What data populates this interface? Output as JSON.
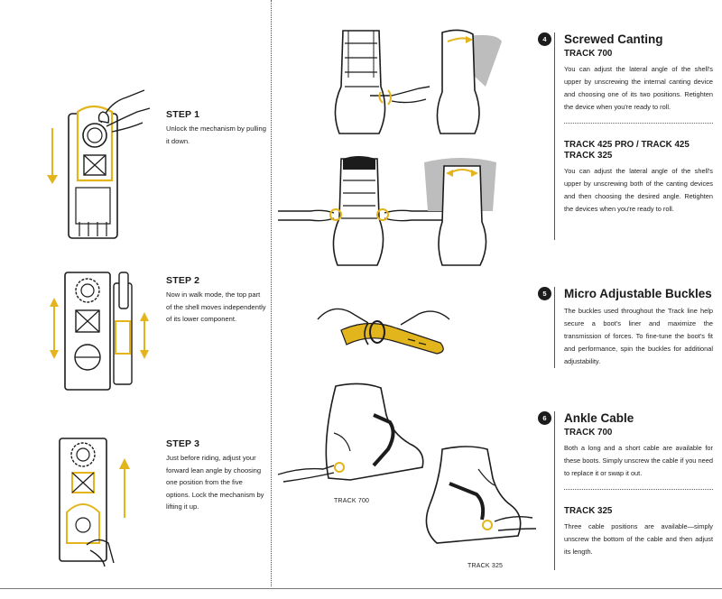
{
  "steps": [
    {
      "title": "STEP 1",
      "text": "Unlock the mechanism by pulling it down."
    },
    {
      "title": "STEP 2",
      "text": "Now in walk mode, the top part of the shell moves independently of its lower component."
    },
    {
      "title": "STEP 3",
      "text": "Just before riding, adjust your forward lean angle by choosing one position from the five options. Lock the mechanism by lifting it up."
    }
  ],
  "captions": {
    "track700": "TRACK 700",
    "track325": "TRACK 325"
  },
  "features": [
    {
      "number": "4",
      "title": "Screwed Canting",
      "sections": [
        {
          "subtitle": "TRACK 700",
          "text": "You can adjust the lateral angle of the shell's upper by unscrewing the internal canting device and choosing one of its two positions. Retighten the device when you're ready to roll."
        },
        {
          "subtitle": "TRACK 425 PRO / TRACK 425 TRACK 325",
          "text": "You can adjust the lateral angle of the shell's upper by unscrewing both of the canting devices and then choosing the desired angle. Retighten the devices when you're ready to roll."
        }
      ]
    },
    {
      "number": "5",
      "title": "Micro Adjustable Buckles",
      "text": "The buckles used throughout the Track line help secure a boot's liner and maximize the transmission of forces. To fine-tune the boot's fit and performance, spin the buckles for additional adjustability."
    },
    {
      "number": "6",
      "title": "Ankle Cable",
      "sections": [
        {
          "subtitle": "TRACK 700",
          "text": "Both a long and a short cable are available for these boots. Simply unscrew the cable if you need to replace it or swap it out."
        },
        {
          "subtitle": "TRACK 325",
          "text": "Three cable positions are available—simply unscrew the bottom of the cable and then adjust its length."
        }
      ]
    }
  ],
  "colors": {
    "accent": "#e3b51c",
    "ink": "#1c1c1c",
    "shadow": "#bdbdbd"
  }
}
